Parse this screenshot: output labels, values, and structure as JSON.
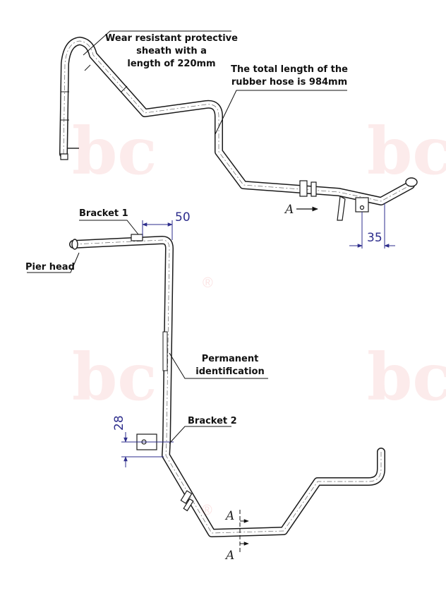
{
  "watermark": {
    "text": "bc",
    "registered_mark": "®",
    "color": "#e23c3c"
  },
  "callouts": {
    "sheath": [
      "Wear resistant protective",
      "sheath with a",
      "length of 220mm"
    ],
    "total_length": [
      "The total length of the",
      "rubber hose is 984mm"
    ],
    "bracket1": "Bracket 1",
    "pier_head": "Pier head",
    "permanent_id": [
      "Permanent",
      "identification"
    ],
    "bracket2": "Bracket 2"
  },
  "dimensions": {
    "bracket1_offset": "50",
    "top_bracket_offset": "35",
    "bracket2_offset": "28"
  },
  "section_marks": {
    "arrow_label": "A",
    "cut_top": "A",
    "cut_bottom": "A"
  },
  "colors": {
    "line": "#1a1a1a",
    "dimension": "#2d2d8c"
  }
}
